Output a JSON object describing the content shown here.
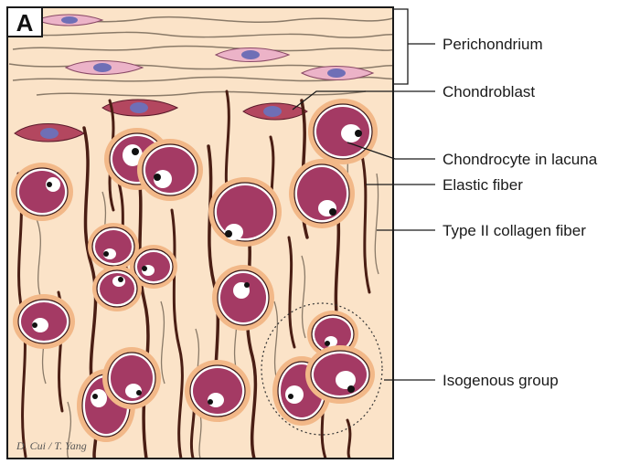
{
  "figure": {
    "panel_letter": "A",
    "signature": "D. Cui / T. Yang"
  },
  "labels": {
    "perichondrium": "Perichondrium",
    "chondroblast": "Chondroblast",
    "chondrocyte": "Chondrocyte in lacuna",
    "elastic_fiber": "Elastic fiber",
    "collagen_fiber": "Type II collagen fiber",
    "isogenous_group": "Isogenous group"
  },
  "colors": {
    "matrix": "#fbe3c8",
    "lacuna_halo": "#f2b888",
    "cell": "#a43a64",
    "nucleus_white": "#ffffff",
    "elastic": "#4a1e14",
    "collagen": "#8a7a68",
    "chondroblast": "#b3475f",
    "perichondrium_cell": "#ecb3c8",
    "nucleus_blue": "#6f6fb6"
  }
}
